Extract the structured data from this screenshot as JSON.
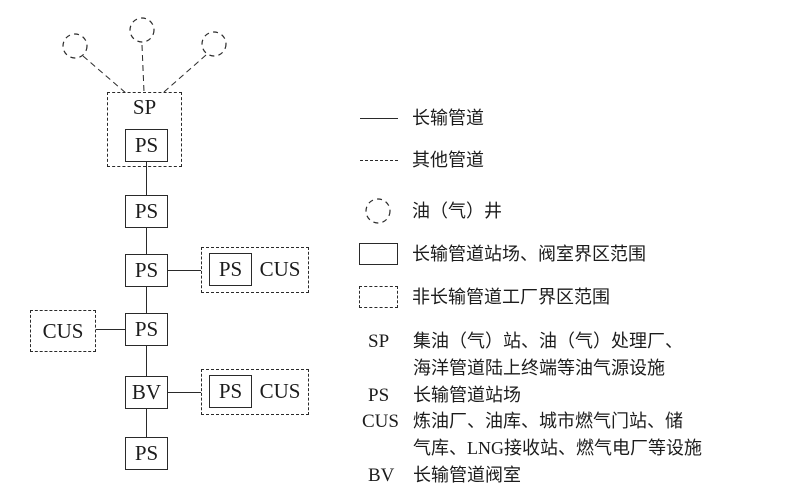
{
  "diagram": {
    "sp_group_label": "SP",
    "nodes": {
      "sp_ps": "PS",
      "ps2": "PS",
      "ps3": "PS",
      "ps4": "PS",
      "bv": "BV",
      "ps5": "PS",
      "left_cus": "CUS",
      "branch1_ps": "PS",
      "branch1_cus": "CUS",
      "branch2_ps": "PS",
      "branch2_cus": "CUS"
    }
  },
  "legend": {
    "rows": [
      {
        "symbol": "solid-line",
        "label": "长输管道"
      },
      {
        "symbol": "dashed-line",
        "label": "其他管道"
      },
      {
        "symbol": "dashed-circle-well",
        "label": "油（气）井"
      },
      {
        "symbol": "solid-rect",
        "label": "长输管道站场、阀室界区范围"
      },
      {
        "symbol": "dashed-rect",
        "label": "非长输管道工厂界区范围"
      }
    ],
    "abbreviations": [
      {
        "term": "SP",
        "definition": "集油（气）站、油（气）处理厂、\n海洋管道陆上终端等油气源设施"
      },
      {
        "term": "PS",
        "definition": "长输管道站场"
      },
      {
        "term": "CUS",
        "definition": "炼油厂、油库、城市燃气门站、储\n气库、LNG接收站、燃气电厂等设施"
      },
      {
        "term": "BV",
        "definition": "长输管道阀室"
      }
    ]
  },
  "colors": {
    "ink": "#2a2a2a",
    "background": "#ffffff"
  }
}
